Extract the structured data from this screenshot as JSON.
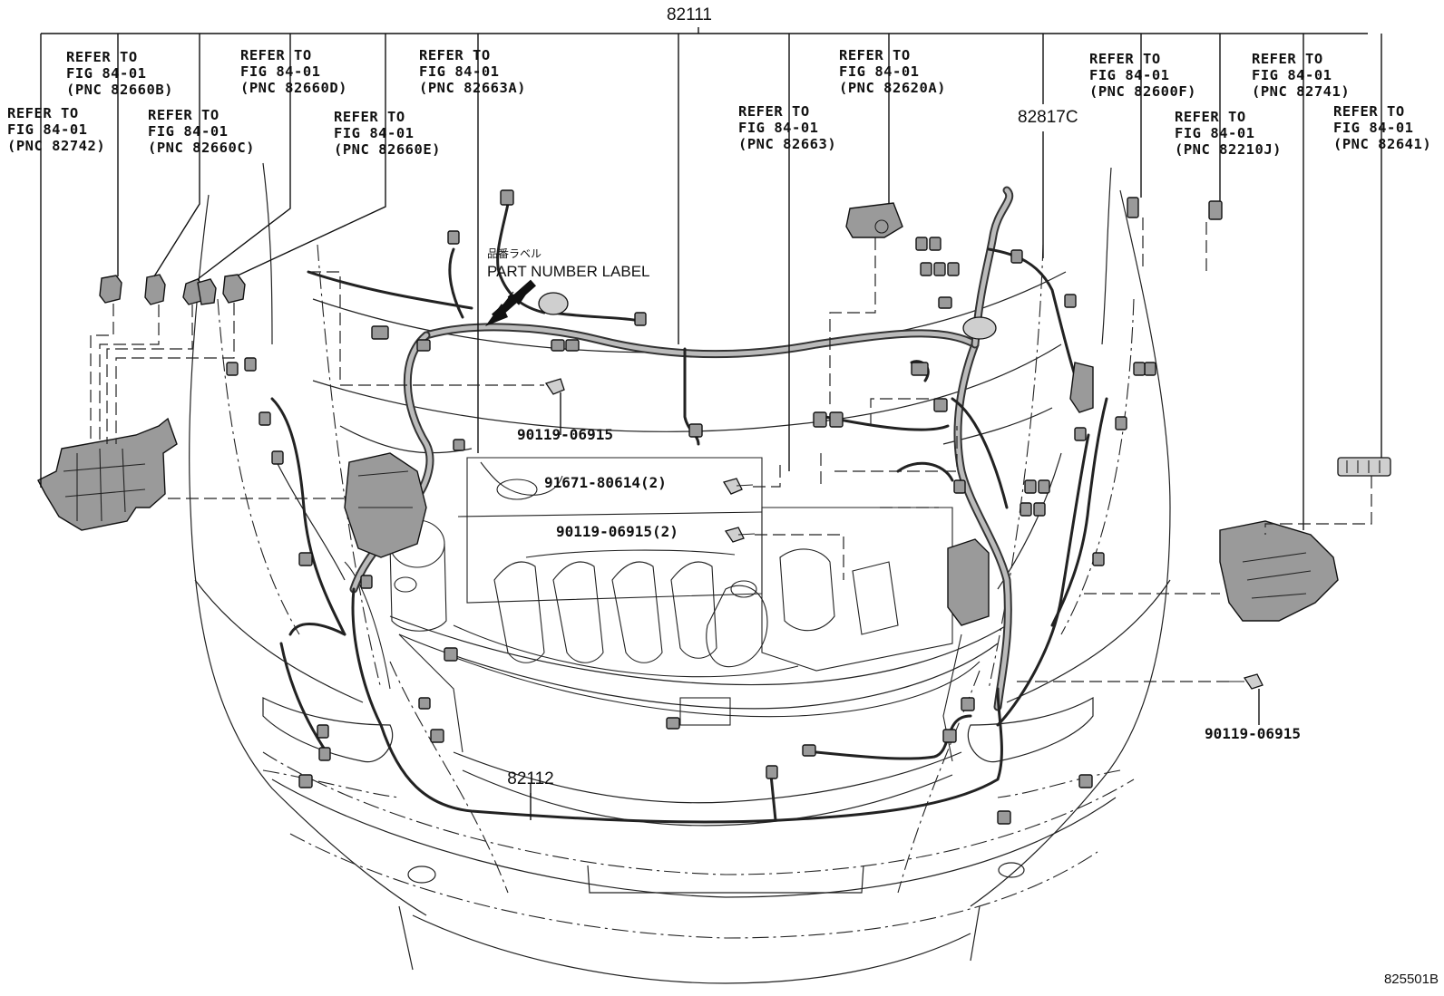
{
  "diagram": {
    "main_harness": "82111",
    "sub_harness": "82112",
    "relay_block": "82817C",
    "figure_id": "825501B",
    "label_jp": "品番ラベル",
    "label_en": "PART NUMBER LABEL",
    "refs": [
      {
        "line1": "REFER TO",
        "line2": "FIG 84-01",
        "line3": "(PNC 82742)"
      },
      {
        "line1": "REFER TO",
        "line2": "FIG 84-01",
        "line3": "(PNC 82660B)"
      },
      {
        "line1": "REFER TO",
        "line2": "FIG 84-01",
        "line3": "(PNC 82660C)"
      },
      {
        "line1": "REFER TO",
        "line2": "FIG 84-01",
        "line3": "(PNC 82660D)"
      },
      {
        "line1": "REFER TO",
        "line2": "FIG 84-01",
        "line3": "(PNC 82660E)"
      },
      {
        "line1": "REFER TO",
        "line2": "FIG 84-01",
        "line3": "(PNC 82663A)"
      },
      {
        "line1": "REFER TO",
        "line2": "FIG 84-01",
        "line3": "(PNC 82663)"
      },
      {
        "line1": "REFER TO",
        "line2": "FIG 84-01",
        "line3": "(PNC 82620A)"
      },
      {
        "line1": "REFER TO",
        "line2": "FIG 84-01",
        "line3": "(PNC 82600F)"
      },
      {
        "line1": "REFER TO",
        "line2": "FIG 84-01",
        "line3": "(PNC 82210J)"
      },
      {
        "line1": "REFER TO",
        "line2": "FIG 84-01",
        "line3": "(PNC 82741)"
      },
      {
        "line1": "REFER TO",
        "line2": "FIG 84-01",
        "line3": "(PNC 82641)"
      }
    ],
    "fasteners": [
      {
        "text": "90119-06915"
      },
      {
        "text": "91671-80614(2)"
      },
      {
        "text": "90119-06915(2)"
      },
      {
        "text": "90119-06915"
      }
    ]
  }
}
